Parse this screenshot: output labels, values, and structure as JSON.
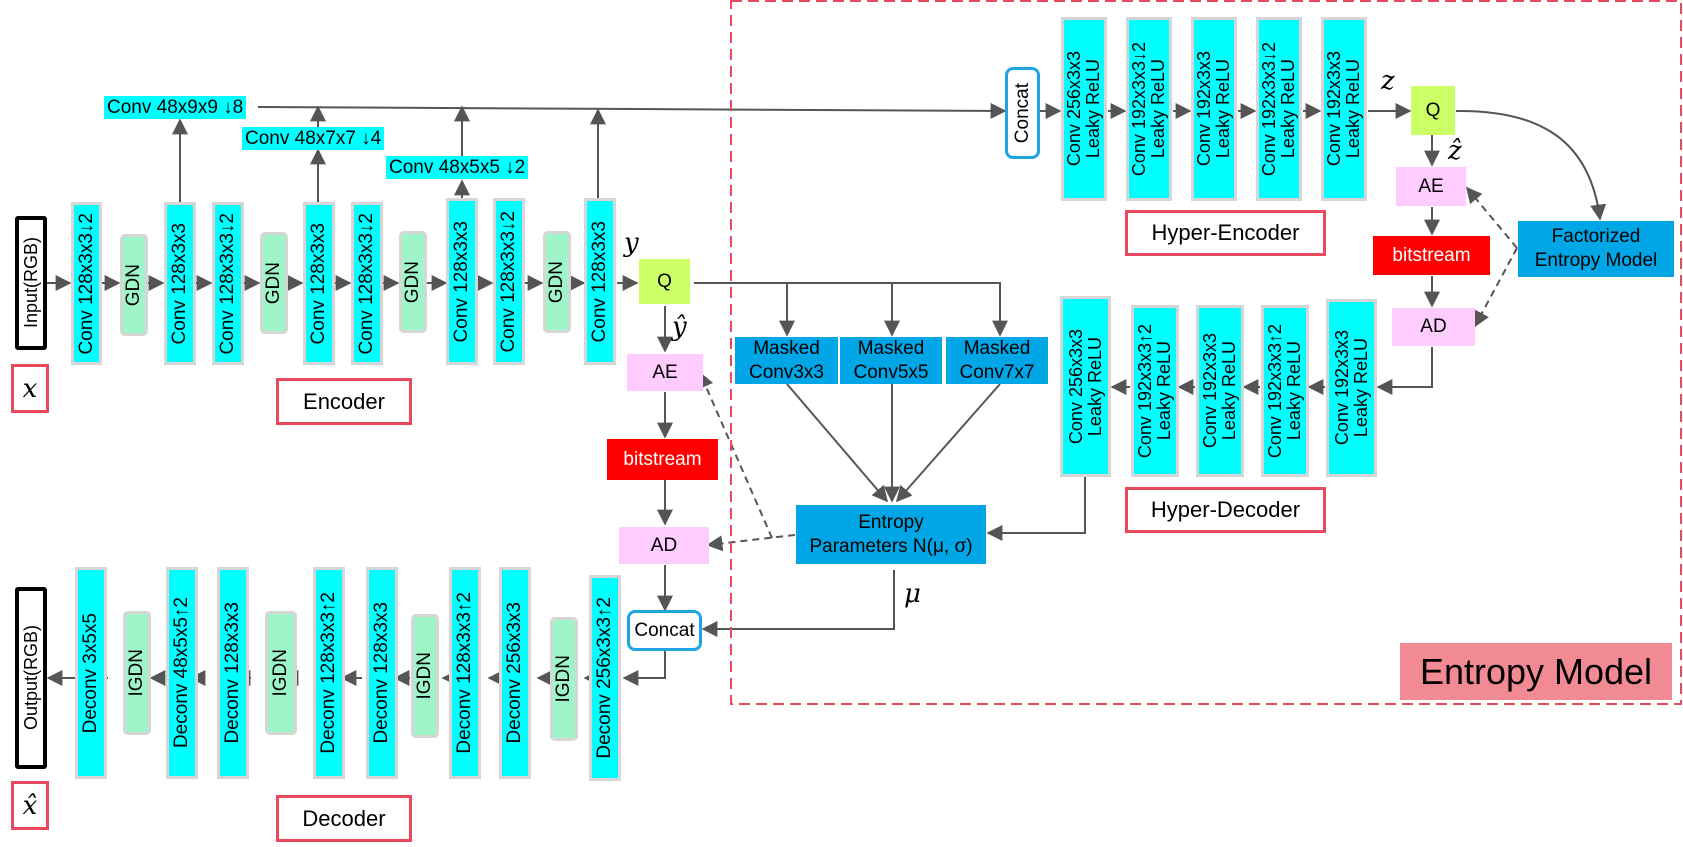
{
  "symbols": {
    "x": "x",
    "x_hat": "x̂",
    "y": "y",
    "y_hat": "ŷ",
    "z": "z",
    "z_hat": "ẑ",
    "mu": "μ"
  },
  "io": {
    "input": "Input(RGB)",
    "output": "Output(RGB)"
  },
  "encoder": {
    "title": "Encoder",
    "layers": [
      "Conv 128x3x3↓2",
      "GDN",
      "Conv 128x3x3",
      "Conv 128x3x3↓2",
      "GDN",
      "Conv 128x3x3",
      "Conv 128x3x3↓2",
      "GDN",
      "Conv 128x3x3",
      "Conv 128x3x3↓2",
      "GDN",
      "Conv 128x3x3"
    ],
    "skip_labels": [
      "Conv 48x9x9 ↓8",
      "Conv 48x7x7 ↓4",
      "Conv 48x5x5 ↓2"
    ]
  },
  "decoder": {
    "title": "Decoder",
    "layers": [
      "Deconv 3x5x5",
      "IGDN",
      "Deconv 48x5x5↑2",
      "Deconv 128x3x3",
      "IGDN",
      "Deconv 128x3x3↑2",
      "Deconv 128x3x3",
      "IGDN",
      "Deconv 128x3x3↑2",
      "Deconv 256x3x3",
      "IGDN",
      "Deconv 256x3x3↑2"
    ]
  },
  "main_path": {
    "quantizer": "Q",
    "ae": "AE",
    "bitstream": "bitstream",
    "ad": "AD",
    "concat": "Concat"
  },
  "context": {
    "masked": [
      "Masked\nConv3x3",
      "Masked\nConv5x5",
      "Masked\nConv7x7"
    ],
    "entropy_params_line1": "Entropy",
    "entropy_params_line2": "Parameters N(μ, σ)"
  },
  "hyper_encoder": {
    "title": "Hyper-Encoder",
    "concat": "Concat",
    "layers": [
      "Conv 256x3x3\nLeaky ReLU",
      "Conv 192x3x3↓2\nLeaky ReLU",
      "Conv 192x3x3\nLeaky ReLU",
      "Conv 192x3x3↓2\nLeaky ReLU",
      "Conv 192x3x3\nLeaky ReLU"
    ]
  },
  "hyper_path": {
    "quantizer": "Q",
    "ae": "AE",
    "bitstream": "bitstream",
    "ad": "AD",
    "factorized_line1": "Factorized",
    "factorized_line2": "Entropy Model"
  },
  "hyper_decoder": {
    "title": "Hyper-Decoder",
    "layers": [
      "Conv 256x3x3\nLeaky ReLU",
      "Conv 192x3x3↑2\nLeaky ReLU",
      "Conv 192x3x3\nLeaky ReLU",
      "Conv 192x3x3↑2\nLeaky ReLU",
      "Conv 192x3x3\nLeaky ReLU"
    ]
  },
  "entropy_model_title": "Entropy Model",
  "colors": {
    "layer": "#00ffff",
    "gdn": "#9df5c8",
    "quantizer": "#ccff66",
    "coder": "#ffccff",
    "bitstream": "#ff0000",
    "context_block": "#00a6e6",
    "region_border": "#e8495c",
    "title_fill": "#f28a93"
  }
}
